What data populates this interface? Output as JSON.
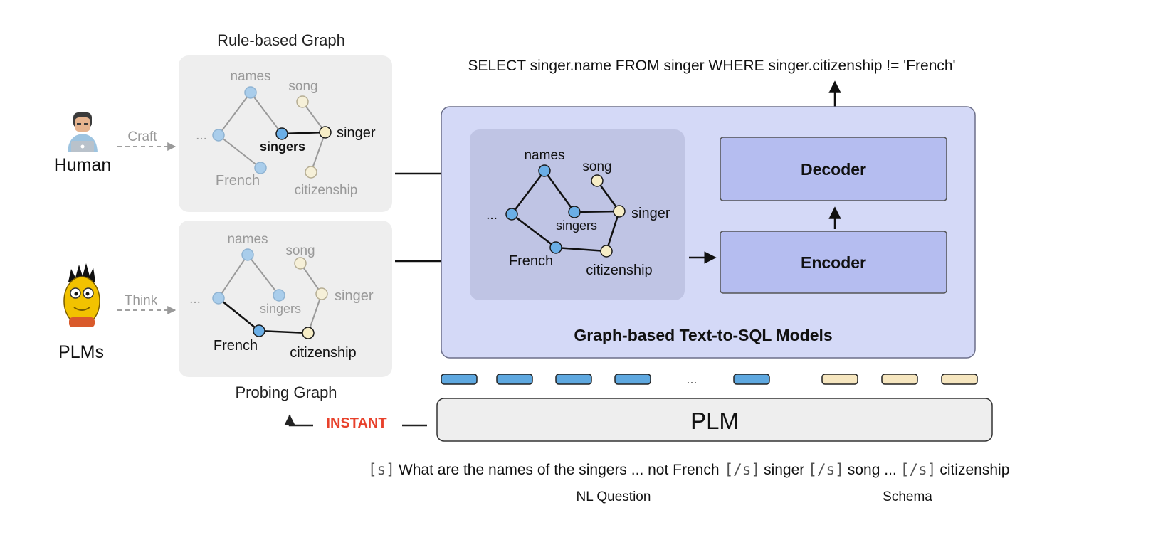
{
  "sql_query": "SELECT singer.name FROM singer WHERE singer.citizenship != 'French'",
  "rule_graph": {
    "title": "Rule-based Graph",
    "nodes": {
      "names": "names",
      "song": "song",
      "dots": "...",
      "singers": "singers",
      "singer": "singer",
      "french": "French",
      "citizenship": "citizenship"
    }
  },
  "probe_graph": {
    "title": "Probing Graph",
    "nodes": {
      "names": "names",
      "song": "song",
      "dots": "...",
      "singers": "singers",
      "singer": "singer",
      "french": "French",
      "citizenship": "citizenship"
    }
  },
  "human": {
    "label": "Human",
    "action": "Craft"
  },
  "plms": {
    "label": "PLMs",
    "action": "Think"
  },
  "instant_label": "INSTANT",
  "model": {
    "title": "Graph-based Text-to-SQL Models",
    "decoder": "Decoder",
    "encoder": "Encoder",
    "graph_nodes": {
      "names": "names",
      "song": "song",
      "dots": "...",
      "singers": "singers",
      "singer": "singer",
      "french": "French",
      "citizenship": "citizenship"
    }
  },
  "tokens": {
    "ellipsis": "..."
  },
  "plm_label": "PLM",
  "input": {
    "s_tag": "[s]",
    "question": "What are the names of the singers ... not French",
    "sep1": "[/s]",
    "schema1": "singer",
    "sep2": "[/s]",
    "schema2": "song ...",
    "sep3": "[/s]",
    "schema3": "citizenship",
    "nl_label": "NL Question",
    "schema_label": "Schema"
  },
  "colors": {
    "question_node": "#6aaee6",
    "schema_node": "#f6edc6",
    "model_box": "#d4d9f7",
    "encoder_box": "#b5bdf0",
    "instant": "#e8412b",
    "panel_gray": "#eeeeee"
  }
}
